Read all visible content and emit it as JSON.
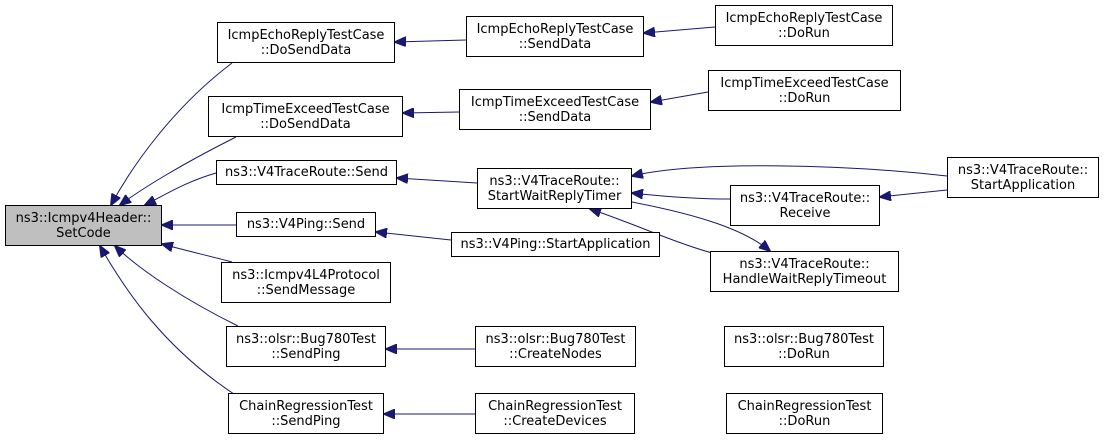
{
  "graph": {
    "edge_color": "#191970",
    "root_fill": "#bfbfbf",
    "nodes": [
      {
        "id": "root",
        "line1": "ns3::Icmpv4Header::",
        "line2": "SetCode"
      },
      {
        "id": "n1",
        "line1": "IcmpEchoReplyTestCase",
        "line2": "::DoSendData"
      },
      {
        "id": "n2",
        "line1": "IcmpTimeExceedTestCase",
        "line2": "::DoSendData"
      },
      {
        "id": "n3",
        "line1": "ns3::V4TraceRoute::Send",
        "line2": ""
      },
      {
        "id": "n4",
        "line1": "ns3::V4Ping::Send",
        "line2": ""
      },
      {
        "id": "n5",
        "line1": "ns3::Icmpv4L4Protocol",
        "line2": "::SendMessage"
      },
      {
        "id": "n6",
        "line1": "ns3::olsr::Bug780Test",
        "line2": "::SendPing"
      },
      {
        "id": "n7",
        "line1": "ChainRegressionTest",
        "line2": "::SendPing"
      },
      {
        "id": "m1",
        "line1": "IcmpEchoReplyTestCase",
        "line2": "::SendData"
      },
      {
        "id": "m2",
        "line1": "IcmpTimeExceedTestCase",
        "line2": "::SendData"
      },
      {
        "id": "m3",
        "line1": "ns3::V4TraceRoute::",
        "line2": "StartWaitReplyTimer"
      },
      {
        "id": "m4",
        "line1": "ns3::V4Ping::StartApplication",
        "line2": ""
      },
      {
        "id": "m6",
        "line1": "ns3::olsr::Bug780Test",
        "line2": "::CreateNodes"
      },
      {
        "id": "m7",
        "line1": "ChainRegressionTest",
        "line2": "::CreateDevices"
      },
      {
        "id": "r1",
        "line1": "IcmpEchoReplyTestCase",
        "line2": "::DoRun"
      },
      {
        "id": "r2",
        "line1": "IcmpTimeExceedTestCase",
        "line2": "::DoRun"
      },
      {
        "id": "rcv",
        "line1": "ns3::V4TraceRoute::",
        "line2": "Receive"
      },
      {
        "id": "hwrt",
        "line1": "ns3::V4TraceRoute::",
        "line2": "HandleWaitReplyTimeout"
      },
      {
        "id": "sa",
        "line1": "ns3::V4TraceRoute::",
        "line2": "StartApplication"
      },
      {
        "id": "r6",
        "line1": "ns3::olsr::Bug780Test",
        "line2": "::DoRun"
      },
      {
        "id": "r7",
        "line1": "ChainRegressionTest",
        "line2": "::DoRun"
      }
    ],
    "edges": [
      {
        "from": "n1",
        "to": "root"
      },
      {
        "from": "n2",
        "to": "root"
      },
      {
        "from": "n3",
        "to": "root"
      },
      {
        "from": "n4",
        "to": "root"
      },
      {
        "from": "n5",
        "to": "root"
      },
      {
        "from": "n6",
        "to": "root"
      },
      {
        "from": "n7",
        "to": "root"
      },
      {
        "from": "m1",
        "to": "n1"
      },
      {
        "from": "m2",
        "to": "n2"
      },
      {
        "from": "m3",
        "to": "n3"
      },
      {
        "from": "m4",
        "to": "n4"
      },
      {
        "from": "m6",
        "to": "n6"
      },
      {
        "from": "m7",
        "to": "n7"
      },
      {
        "from": "r1",
        "to": "m1"
      },
      {
        "from": "r2",
        "to": "m2"
      },
      {
        "from": "sa",
        "to": "m3"
      },
      {
        "from": "rcv",
        "to": "m3"
      },
      {
        "from": "hwrt",
        "to": "m3"
      },
      {
        "from": "m3",
        "to": "hwrt"
      },
      {
        "from": "sa",
        "to": "rcv"
      },
      {
        "from": "r6",
        "to": "m6"
      },
      {
        "from": "r7",
        "to": "m7"
      }
    ]
  }
}
